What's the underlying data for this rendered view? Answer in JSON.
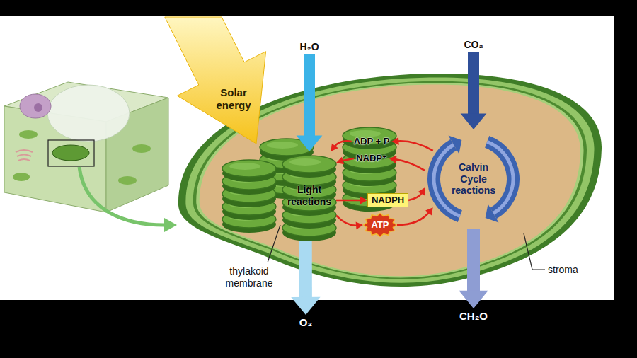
{
  "diagram": {
    "nodes": [
      {
        "text": [
          "H₂O"
        ]
      },
      {
        "text": [
          "CO₂"
        ]
      },
      {
        "text": [
          "Solar energy"
        ]
      },
      {
        "text": [
          "ADP + P"
        ]
      },
      {
        "text": [
          "NADP⁺"
        ]
      },
      {
        "text": [
          "Light reactions"
        ]
      },
      {
        "text": [
          "Calvin Cycle reactions"
        ]
      },
      {
        "text": [
          "NADPH"
        ]
      },
      {
        "text": [
          "ATP"
        ]
      },
      {
        "text": [
          "O₂"
        ]
      },
      {
        "text": [
          "CH₂O"
        ]
      }
    ],
    "edges": [
      {
        "from": 0,
        "to": 5,
        "arrow": "to"
      },
      {
        "from": 5,
        "to": 9,
        "arrow": "to"
      },
      {
        "from": 1,
        "to": 6,
        "arrow": "to"
      },
      {
        "from": 6,
        "to": 10,
        "arrow": "to"
      },
      {
        "from": 3,
        "to": 5,
        "arrow": "to"
      },
      {
        "from": 4,
        "to": 5,
        "arrow": "to"
      },
      {
        "from": 5,
        "to": 7,
        "arrow": "to"
      },
      {
        "from": 5,
        "to": 8,
        "arrow": "to"
      },
      {
        "from": 7,
        "to": 6,
        "arrow": "to"
      },
      {
        "from": 8,
        "to": 6,
        "arrow": "to"
      },
      {
        "from": 6,
        "to": 3,
        "arrow": "to"
      },
      {
        "from": 6,
        "to": 4,
        "arrow": "to"
      }
    ],
    "labels": [
      "thylakoid membrane",
      "stroma"
    ]
  }
}
